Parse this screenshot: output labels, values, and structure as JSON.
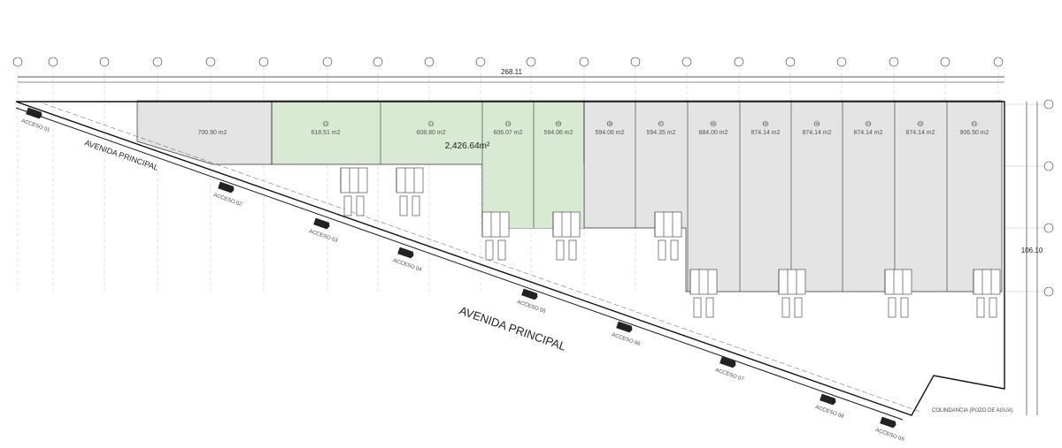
{
  "plan": {
    "total_width": "268.11",
    "total_depth": "106.10",
    "highlight_area": "2,426.64m²",
    "avenue_main": "AVENIDA PRINCIPAL",
    "avenue_top": "AVENIDA PRINCIPAL",
    "neighbor": "COLINDANCIA (POZO DE AGUA)"
  },
  "units": [
    {
      "num": "",
      "area": "700.90 m2"
    },
    {
      "num": "12",
      "area": "618.51 m2"
    },
    {
      "num": "11",
      "area": "608.80 m2"
    },
    {
      "num": "10",
      "area": "606.07 m2"
    },
    {
      "num": "09",
      "area": "594.06 m2"
    },
    {
      "num": "08",
      "area": "594.06 m2"
    },
    {
      "num": "07",
      "area": "594.35 m2"
    },
    {
      "num": "06",
      "area": "884.00 m2"
    },
    {
      "num": "05",
      "area": "874.14 m2"
    },
    {
      "num": "04",
      "area": "874.14 m2"
    },
    {
      "num": "03",
      "area": "874.14 m2"
    },
    {
      "num": "02",
      "area": "874.14 m2"
    },
    {
      "num": "01",
      "area": "906.50 m2"
    }
  ],
  "accesses": [
    "ACCESO 01",
    "ACCESO 02",
    "ACCESO 03",
    "ACCESO 04",
    "ACCESO 05",
    "ACCESO 06",
    "ACCESO 07",
    "ACCESO 08",
    "ACCESO 09"
  ],
  "colors": {
    "highlight": "#d9ead3",
    "unit_fill": "#e4e4e4",
    "line": "#222222"
  }
}
